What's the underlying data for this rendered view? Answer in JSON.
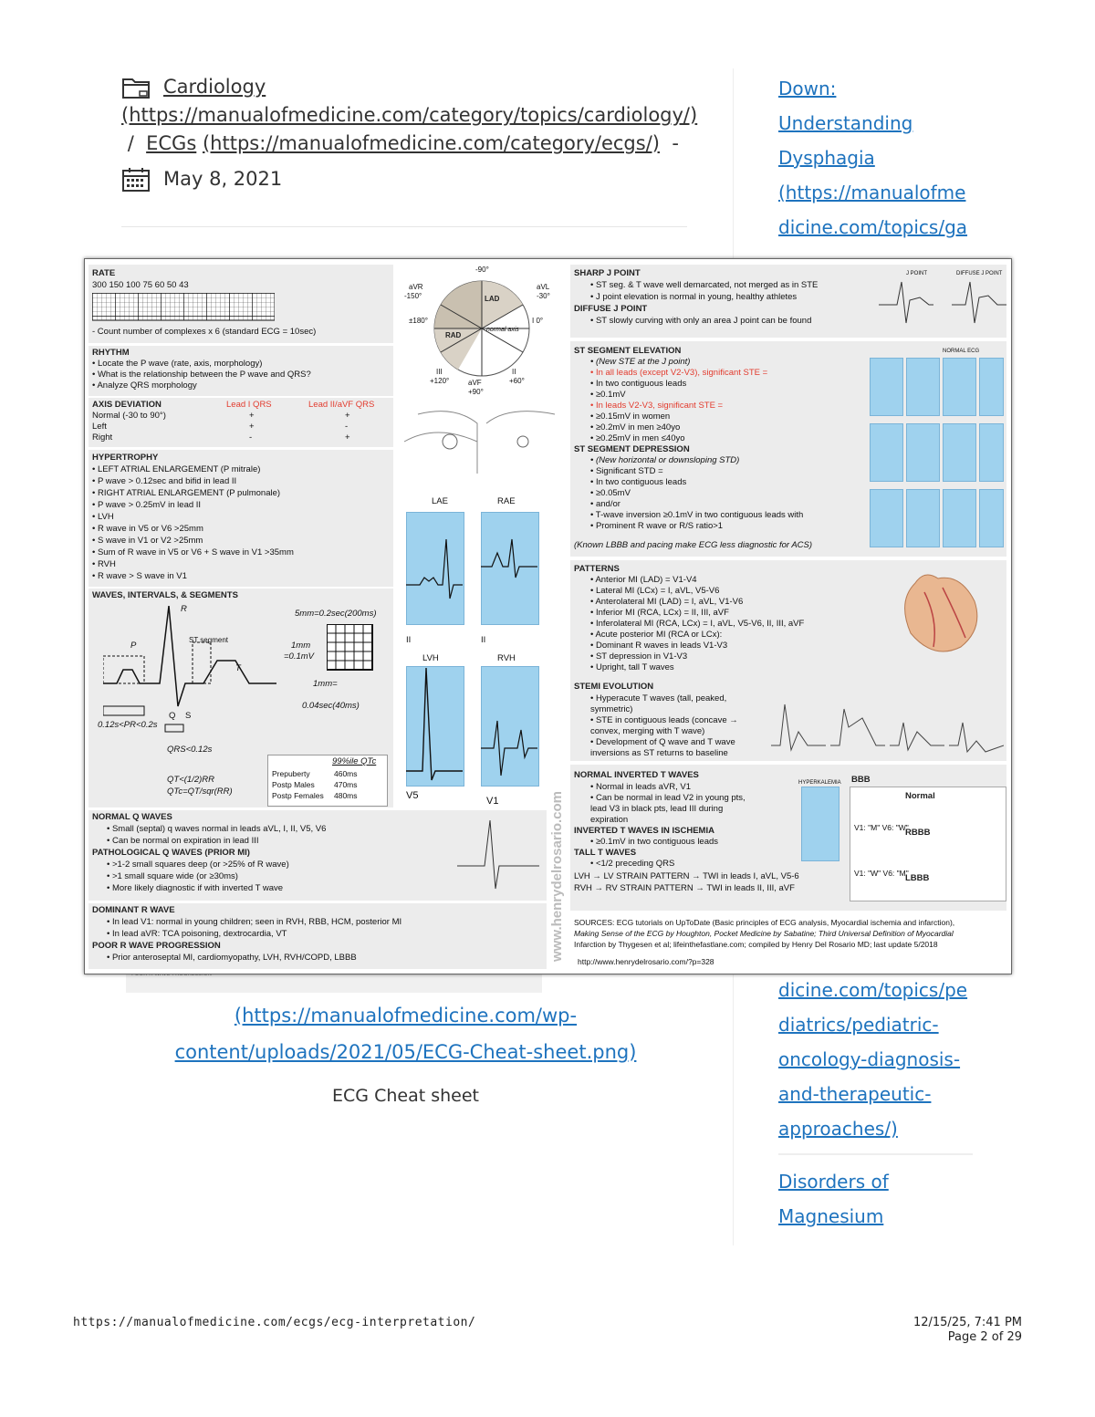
{
  "breadcrumb": {
    "cardiology_label": "Cardiology",
    "cardiology_url": "(https://manualofmedicine.com/category/topics/cardiology/)",
    "separator": "/",
    "ecgs_label": "ECGs",
    "ecgs_url": "(https://manualofmedicine.com/category/ecgs/)",
    "trailing": "-",
    "date": "May 8, 2021",
    "folder_icon": "folder-icon",
    "calendar_icon": "calendar-icon"
  },
  "sidebar": {
    "item1_lines": [
      "Down:",
      "Understanding",
      "Dysphagia",
      "(https://manualofme",
      "dicine.com/topics/ga"
    ],
    "item2_lines": [
      "dicine.com/topics/pe",
      "diatrics/pediatric-",
      "oncology-diagnosis-",
      "and-therapeutic-",
      "approaches/)"
    ],
    "item3_lines": [
      "Disorders of",
      "Magnesium"
    ]
  },
  "figure": {
    "link_line1": "(https://manualofmedicine.com/wp-",
    "link_line2": "content/uploads/2021/05/ECG-Cheat-sheet.png)",
    "caption": "ECG Cheat sheet"
  },
  "sheet": {
    "rate_title": "RATE",
    "rate_numbers": "300  150  100    75     60     50    43",
    "rate_note": "- Count number of complexes x 6 (standard ECG = 10sec)",
    "rhythm_title": "RHYTHM",
    "rhythm_items": [
      "Locate the P wave (rate, axis, morphology)",
      "What is the relationship between the P wave and QRS?",
      "Analyze QRS morphology"
    ],
    "axis_title": "AXIS DEVIATION",
    "axis_col1": "Lead I QRS",
    "axis_col2": "Lead II/aVF QRS",
    "axis_rows": [
      [
        "Normal (-30 to 90°)",
        "+",
        "+"
      ],
      [
        "Left",
        "+",
        "-"
      ],
      [
        "Right",
        "-",
        "+"
      ]
    ],
    "hyper_title": "HYPERTROPHY",
    "hyper_lines": [
      "• LEFT ATRIAL ENLARGEMENT (P mitrale)",
      "    • P wave > 0.12sec and bifid in lead II",
      "• RIGHT ATRIAL ENLARGEMENT (P pulmonale)",
      "    • P wave > 0.25mV in lead II",
      "• LVH",
      "    • R wave in V5 or V6 >25mm",
      "    • S wave in V1 or V2 >25mm",
      "    • Sum of R wave in V5 or V6 + S wave in V1 >35mm",
      "• RVH",
      "    • R wave > S wave in V1"
    ],
    "waves_title": "WAVES, INTERVALS, & SEGMENTS",
    "waves_labels": {
      "r": "R",
      "p": "P",
      "st": "ST segment",
      "t": "T",
      "q": "Q",
      "s": "S",
      "pr": "0.12s<PR<0.2s",
      "qrs": "QRS<0.12s",
      "qt1": "QT<(1/2)RR",
      "qt2": "QTc=QT/sqr(RR)",
      "grid1": "5mm=0.2sec(200ms)",
      "grid2": "1mm",
      "grid3": "=0.1mV",
      "grid4": "1mm=",
      "grid5": "0.04sec(40ms)"
    },
    "qtc_title": "99%ile QTc",
    "qtc_rows": [
      [
        "Prepuberty",
        "460ms"
      ],
      [
        "Postp Males",
        "470ms"
      ],
      [
        "Postp Females",
        "480ms"
      ]
    ],
    "normal_q_title": "NORMAL Q WAVES",
    "normal_q_lines": [
      "• Small (septal) q waves normal in leads aVL, I, II, V5, V6",
      "• Can be normal on expiration in lead III"
    ],
    "path_q_title": "PATHOLOGICAL Q WAVES (PRIOR MI)",
    "path_q_lines": [
      "• >1-2 small squares deep (or >25% of R wave)",
      "• >1 small square wide (or ≥30ms)",
      "• More likely diagnostic if with inverted T wave"
    ],
    "dom_r_title": "DOMINANT R WAVE",
    "dom_r_lines": [
      "• In lead V1: normal in young children; seen in RVH, RBB, HCM, posterior MI",
      "• In lead aVR: TCA poisoning, dextrocardia, VT"
    ],
    "poor_r_title": "POOR R WAVE PROGRESSION",
    "poor_r_lines": [
      "• Prior anteroseptal MI, cardiomyopathy, LVH, RVH/COPD, LBBB"
    ],
    "axis_wheel": {
      "top": "-90°",
      "avr": "aVR",
      "avr_deg": "-150°",
      "avl": "aVL",
      "avl_deg": "-30°",
      "left": "±180°",
      "right": "I 0°",
      "lad": "LAD",
      "rad": "RAD",
      "normal": "normal axis",
      "ii": "II",
      "ii_deg": "+60°",
      "iii": "III",
      "iii_deg": "+120°",
      "avf": "aVF",
      "avf_deg": "+90°"
    },
    "strip_labels": {
      "lae": "LAE",
      "rae": "RAE",
      "ii_a": "II",
      "ii_b": "II",
      "lvh": "LVH",
      "rvh": "RVH",
      "v5": "V5",
      "v1": "V1"
    },
    "sharp_j_title": "SHARP J POINT",
    "sharp_j_lines": [
      "• ST seg. & T wave well demarcated, not merged as in STE",
      "• J point elevation is normal in young, healthy athletes"
    ],
    "diffuse_j_title": "DIFFUSE J POINT",
    "diffuse_j_lines": [
      "• ST slowly curving with only an area J point can be found"
    ],
    "j_point_labels": [
      "J POINT",
      "DIFFUSE J POINT"
    ],
    "ste_title": "ST SEGMENT ELEVATION",
    "ste_lines": [
      "• (New STE at the J point)",
      "• In all leads (except V2-V3), significant STE =",
      "      • In two contiguous leads",
      "      • ≥0.1mV",
      "• In leads V2-V3, significant STE =",
      "      • ≥0.15mV in women",
      "      • ≥0.2mV in men ≥40yo",
      "      • ≥0.25mV in men ≤40yo"
    ],
    "std_title": "ST SEGMENT DEPRESSION",
    "std_lines": [
      "• (New horizontal or downsloping STD)",
      "• Significant STD =",
      "      • In two contiguous leads",
      "      • ≥0.05mV",
      "• and/or",
      "      • T-wave inversion ≥0.1mV in two contiguous leads with",
      "      • Prominent R wave or R/S ratio>1"
    ],
    "lbbb_note": "(Known LBBB and pacing make ECG less diagnostic for ACS)",
    "normal_ecg_label": "NORMAL ECG",
    "patterns_title": "PATTERNS",
    "patterns_lines": [
      "• Anterior MI (LAD) = V1-V4",
      "• Lateral MI (LCx) = I, aVL, V5-V6",
      "• Anterolateral MI (LAD) = I, aVL, V1-V6",
      "• Inferior MI (RCA, LCx) = II, III, aVF",
      "• Inferolateral MI (RCA, LCx) = I, aVL, V5-V6, II, III, aVF",
      "• Acute posterior MI (RCA or LCx):",
      "      • Dominant R waves in leads V1-V3",
      "      • ST depression in V1-V3",
      "      • Upright, tall T waves"
    ],
    "stemi_title": "STEMI EVOLUTION",
    "stemi_lines": [
      "• Hyperacute T waves (tall, peaked,",
      "   symmetric)",
      "• STE in contiguous leads (concave →",
      "   convex, merging with T wave)",
      "• Development of Q wave and T wave",
      "   inversions as ST returns to baseline"
    ],
    "inv_t_title": "NORMAL INVERTED T WAVES",
    "inv_t_lines": [
      "• Normal in leads aVR, V1",
      "• Can be normal in lead V2 in young pts,",
      "   lead V3 in black pts, lead III during",
      "   expiration"
    ],
    "isch_title": "INVERTED T WAVES IN ISCHEMIA",
    "isch_lines": [
      "• ≥0.1mV in two contiguous leads"
    ],
    "tall_t_title": "TALL T WAVES",
    "tall_t_lines": [
      "• <1/2 preceding QRS"
    ],
    "strain_lines": [
      "LVH → LV STRAIN PATTERN → TWI in leads I, aVL, V5-6",
      "RVH → RV STRAIN PATTERN → TWI in leads II, III, aVF"
    ],
    "hyperk_label": "HYPERKALEMIA",
    "bbb_title": "BBB",
    "bbb_rows": [
      [
        "",
        "Normal"
      ],
      [
        "V1: \"M\"  V6: \"W\"",
        "RBBB"
      ],
      [
        "V1: \"W\"  V6: \"M\"",
        "LBBB"
      ]
    ],
    "sources": [
      "SOURCES: ECG tutorials on UpToDate (Basic principles of ECG analysis, Myocardial ischemia and infarction),",
      "Making Sense of the ECG by Houghton, Pocket Medicine by Sabatine; Third Universal Definition of Myocardial",
      "Infarction by Thygesen et al; lifeinthefastlane.com; compiled by Henry Del Rosario MD; last update 5/2018"
    ],
    "sheet_url": "http://www.henrydelrosario.com/?p=328",
    "watermark": "www.henrydelrosario.com"
  },
  "footer": {
    "url": "https://manualofmedicine.com/ecgs/ecg-interpretation/",
    "datetime": "12/15/25, 7:41 PM",
    "page": "Page 2 of 29"
  }
}
